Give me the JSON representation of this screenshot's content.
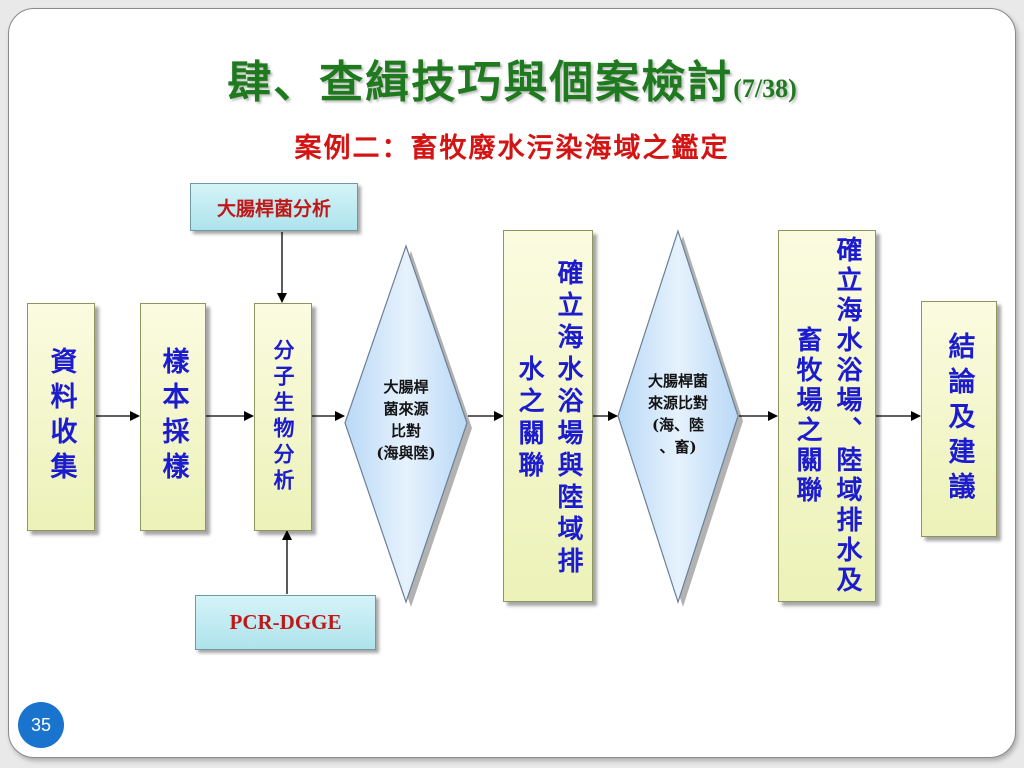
{
  "title": {
    "main": "肆、查緝技巧與個案檢討",
    "counter": "(7/38)"
  },
  "subtitle": "案例二：畜牧廢水污染海域之鑑定",
  "top_label": "大腸桿菌分析",
  "bottom_label": "PCR-DGGE",
  "steps": {
    "collect": "資料收集",
    "sampling": "樣本採樣",
    "molecular": "分子生物分析",
    "beach_link": "確立海水浴場與陸域排水之關聯",
    "livestock_link": "確立海水浴場、陸域排水及畜牧場之關聯",
    "conclusion": "結論及建議"
  },
  "diamond1": {
    "line1": "大腸桿",
    "line2": "菌來源",
    "line3": "比對",
    "line4": "(海與陸)"
  },
  "diamond2": {
    "line1": "大腸桿菌",
    "line2": "來源比對",
    "line3": "(海、陸",
    "line4": "、畜)"
  },
  "page_number": "35",
  "colors": {
    "title": "#1f7a1f",
    "subtitle": "#d41313",
    "box_text": "#1c1ccf",
    "diamond_fill": "#cfe6fb"
  }
}
